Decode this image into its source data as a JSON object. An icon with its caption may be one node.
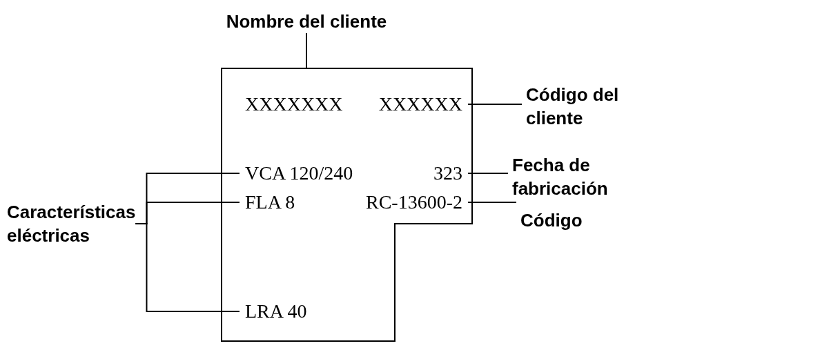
{
  "diagram": {
    "nodes": [
      {
        "text": [
          "Nombre del cliente"
        ]
      },
      {
        "text": [],
        "shape": "box"
      },
      {
        "text": [
          "XXXXXXX"
        ],
        "in": 1
      },
      {
        "text": [
          "XXXXXX"
        ],
        "in": 1
      },
      {
        "text": [
          "Código del cliente"
        ]
      },
      {
        "text": [
          "VCA 120/240"
        ],
        "in": 1
      },
      {
        "text": [
          "323"
        ],
        "in": 1
      },
      {
        "text": [
          "Fecha de fabricación"
        ]
      },
      {
        "text": [
          "Características eléctricas"
        ]
      },
      {
        "text": [
          "FLA 8"
        ],
        "in": 1
      },
      {
        "text": [
          "RC-13600-2"
        ],
        "in": 1
      },
      {
        "text": [
          "Código"
        ]
      },
      {
        "text": [
          "LRA 40"
        ],
        "in": 1
      }
    ],
    "edges": [
      {
        "from": 0,
        "to": 1,
        "arrow": "none"
      },
      {
        "from": 4,
        "to": 3,
        "arrow": "none"
      },
      {
        "from": 7,
        "to": 6,
        "arrow": "none"
      },
      {
        "from": 8,
        "to": 5,
        "arrow": "none"
      },
      {
        "from": 8,
        "to": 9,
        "arrow": "none"
      },
      {
        "from": 8,
        "to": 12,
        "arrow": "none"
      },
      {
        "from": 11,
        "to": 10,
        "arrow": "none"
      }
    ]
  }
}
